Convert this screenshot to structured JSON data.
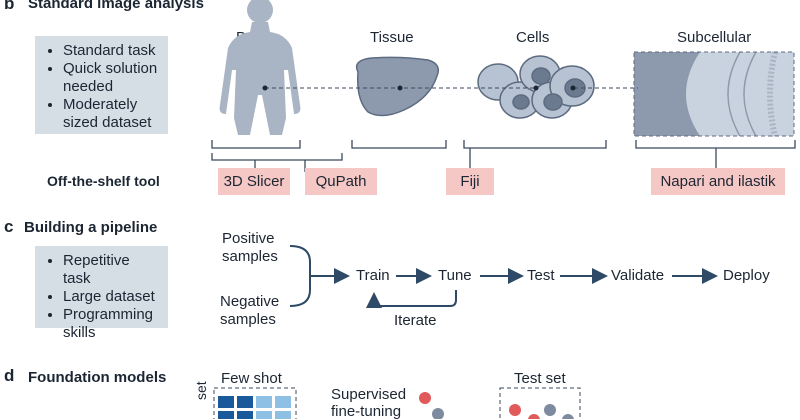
{
  "sections": {
    "b": {
      "letter": "b",
      "title": "Standard image analysis",
      "bullets": [
        "Standard task",
        "Quick solution needed",
        "Moderately sized dataset"
      ],
      "scales": [
        "Body",
        "Tissue",
        "Cells",
        "Subcellular"
      ],
      "tool_label": "Off-the-shelf tool",
      "tools": [
        "3D Slicer",
        "QuPath",
        "Fiji",
        "Napari and ilastik"
      ]
    },
    "c": {
      "letter": "c",
      "title": "Building a pipeline",
      "bullets": [
        "Repetitive task",
        "Large dataset",
        "Programming skills"
      ],
      "inputs": [
        "Positive samples",
        "Negative samples"
      ],
      "steps": [
        "Train",
        "Tune",
        "Test",
        "Validate",
        "Deploy"
      ],
      "loop_label": "Iterate"
    },
    "d": {
      "letter": "d",
      "title": "Foundation models",
      "few_shot": "Few shot",
      "side_label": "set",
      "supervised": "Supervised fine-tuning",
      "test_set": "Test set"
    }
  },
  "colors": {
    "box": "#d5dde5",
    "tool": "#f6c8c5",
    "arrow": "#2f4a66",
    "silhouette": "#a9b5c4"
  }
}
